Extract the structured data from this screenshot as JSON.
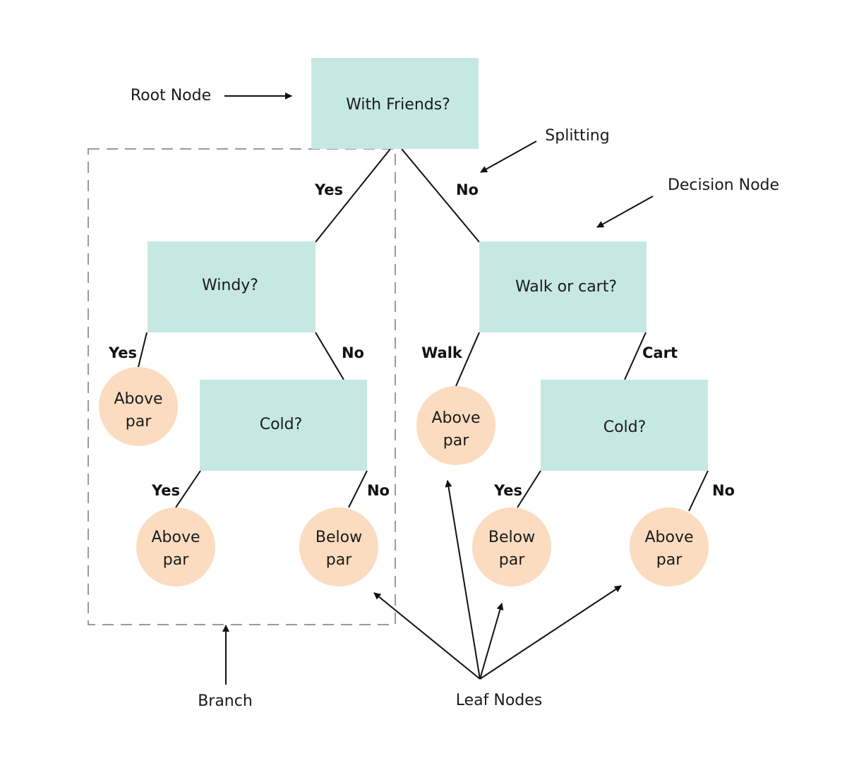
{
  "colors": {
    "decision_fill": "#c6e8e3",
    "leaf_fill": "#fbdcc0",
    "line": "#111111",
    "branch_box": "#9a9a9a"
  },
  "nodes": {
    "root": "With Friends?",
    "windy": "Windy?",
    "walk_or_cart": "Walk or cart?",
    "cold_left": "Cold?",
    "cold_right": "Cold?"
  },
  "leaves": {
    "l1": [
      "Above",
      "par"
    ],
    "l2": [
      "Above",
      "par"
    ],
    "l3": [
      "Below",
      "par"
    ],
    "l4": [
      "Above",
      "par"
    ],
    "l5": [
      "Below",
      "par"
    ],
    "l6": [
      "Above",
      "par"
    ]
  },
  "edges": {
    "root_yes": "Yes",
    "root_no": "No",
    "windy_yes": "Yes",
    "windy_no": "No",
    "cold_left_yes": "Yes",
    "cold_left_no": "No",
    "walk": "Walk",
    "cart": "Cart",
    "cold_right_yes": "Yes",
    "cold_right_no": "No"
  },
  "annotations": {
    "root_node": "Root Node",
    "splitting": "Splitting",
    "decision_node": "Decision Node",
    "branch": "Branch",
    "leaf_nodes": "Leaf Nodes"
  }
}
